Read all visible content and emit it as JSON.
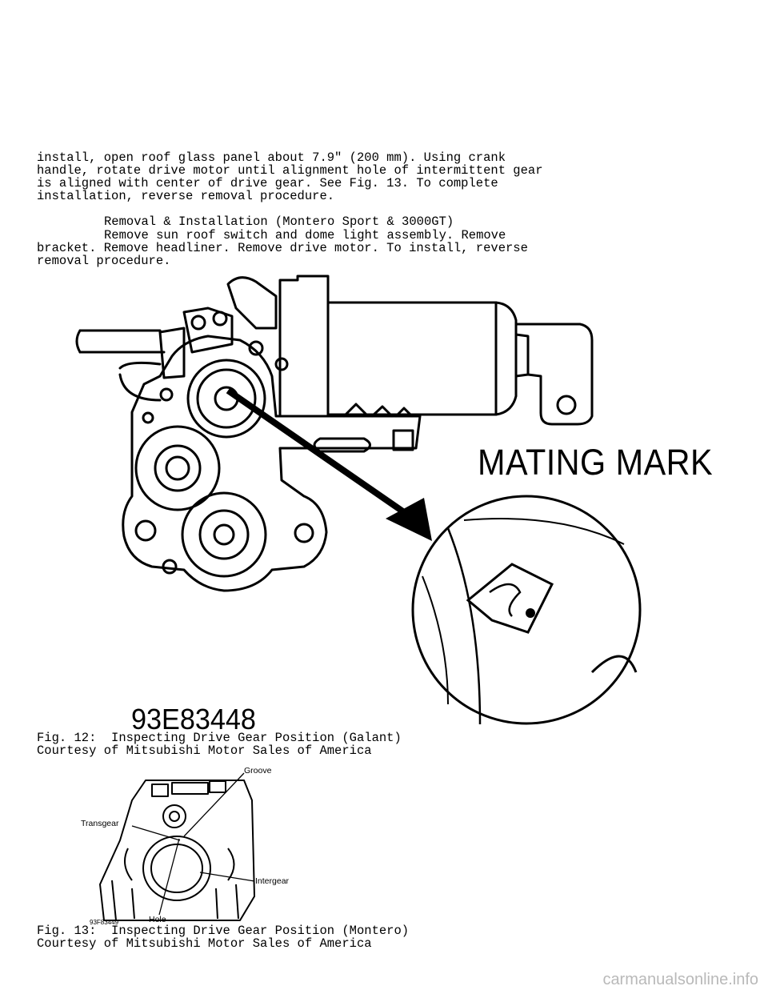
{
  "body_text": {
    "paragraph1": [
      "install, open roof glass panel about 7.9\" (200 mm). Using crank",
      "handle, rotate drive motor until alignment hole of intermittent gear",
      "is aligned with center of drive gear. See Fig. 13. To complete",
      "installation, reverse removal procedure."
    ],
    "section_heading": "Removal & Installation (Montero Sport & 3000GT)",
    "paragraph2": [
      "Remove sun roof switch and dome light assembly. Remove",
      "bracket. Remove headliner. Remove drive motor. To install, reverse",
      "removal procedure."
    ]
  },
  "figure12": {
    "callout": "MATING MARK",
    "figure_id": "93E83448",
    "caption": "Fig. 12:  Inspecting Drive Gear Position (Galant)",
    "courtesy": "Courtesy of Mitsubishi Motor Sales of America"
  },
  "figure13": {
    "labels": {
      "groove": "Groove",
      "transgear": "Transgear",
      "intergear": "Intergear",
      "hole": "Hole"
    },
    "figure_id": "93F83449",
    "caption": "Fig. 13:  Inspecting Drive Gear Position (Montero)",
    "courtesy": "Courtesy of Mitsubishi Motor Sales of America"
  },
  "watermark": "carmanualsonline.info"
}
